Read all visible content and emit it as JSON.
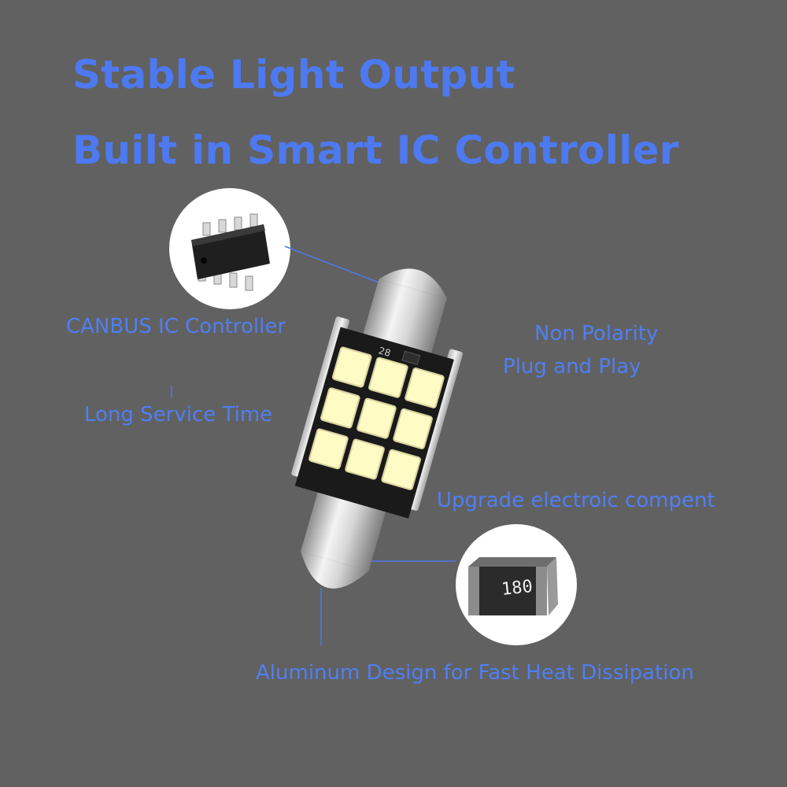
{
  "headline": {
    "line1": "Stable Light Output",
    "line2": "Built in Smart IC Controller"
  },
  "features": {
    "canbus": "CANBUS IC Controller",
    "service": "Long Service Time",
    "polarity_line1": "Non Polarity",
    "polarity_line2": "Plug and Play",
    "upgrade": "Upgrade electroic compent",
    "aluminum": "Aluminum Design for Fast Heat Dissipation"
  },
  "bulb": {
    "led_count": 9,
    "pcb_marking": "28"
  },
  "resistor": {
    "marking": "180"
  },
  "colors": {
    "background": "#616161",
    "text_blue": "#4f7ff2",
    "line_blue": "#4f79e6",
    "led_yellow": "#fffbc4"
  }
}
